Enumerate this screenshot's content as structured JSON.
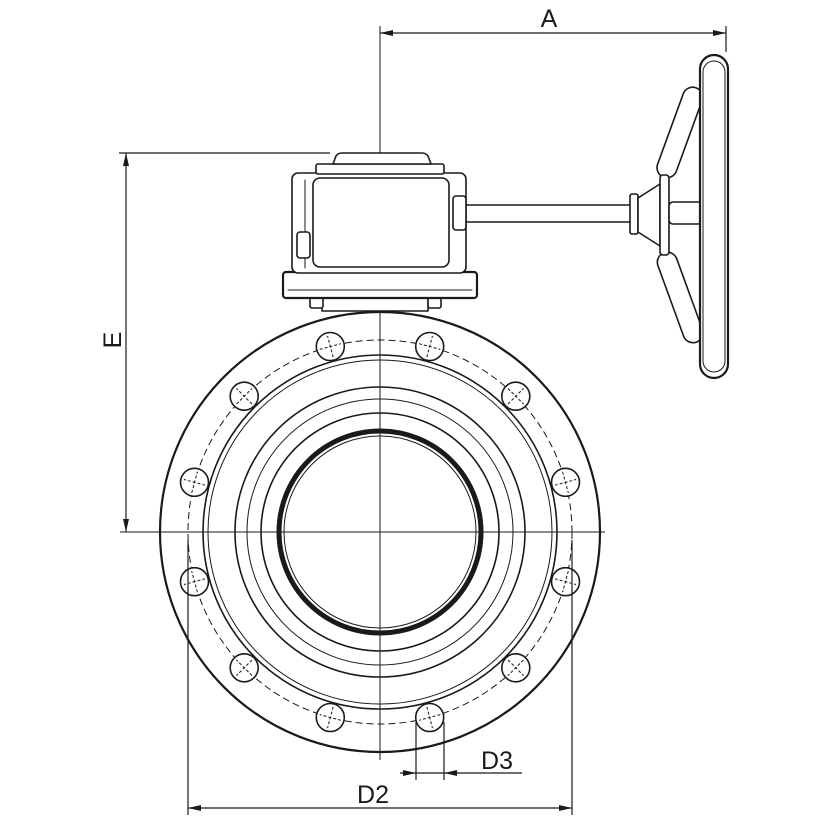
{
  "dimensions": {
    "a": {
      "label": "A"
    },
    "e": {
      "label": "E"
    },
    "d2": {
      "label": "D2"
    },
    "d3": {
      "label": "D3"
    }
  },
  "colors": {
    "line": "#1a1a1a",
    "background": "#ffffff"
  }
}
